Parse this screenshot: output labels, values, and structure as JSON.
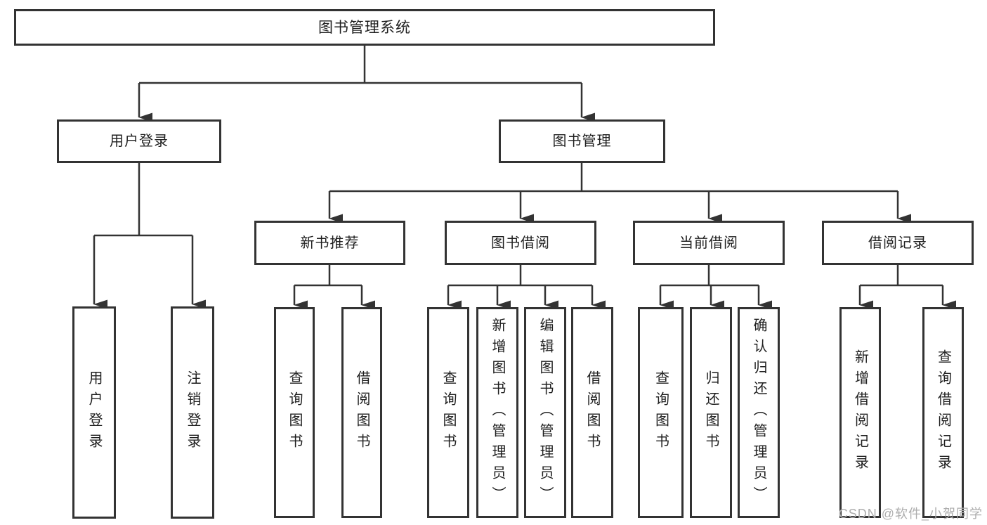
{
  "diagram": {
    "title": "图书管理系统",
    "watermark": "CSDN @软件_小贺同学",
    "colors": {
      "line": "#333333",
      "border": "#333333",
      "text": "#1f1f1f",
      "background": "#ffffff",
      "watermark": "#adadad"
    }
  },
  "nodes": {
    "root": {
      "label": "图书管理系统"
    },
    "user_login": {
      "label": "用户登录"
    },
    "book_mgmt": {
      "label": "图书管理"
    },
    "new_book_rec": {
      "label": "新书推荐"
    },
    "book_borrow": {
      "label": "图书借阅"
    },
    "current_borrow": {
      "label": "当前借阅"
    },
    "borrow_records": {
      "label": "借阅记录"
    },
    "leaf_user_login": {
      "label": "用户登录"
    },
    "leaf_logout": {
      "label": "注销登录"
    },
    "rec_query_books": {
      "label": "查询图书"
    },
    "rec_borrow_books": {
      "label": "借阅图书"
    },
    "bb_query_books": {
      "label": "查询图书"
    },
    "bb_add_books": {
      "label": "新增图书（管理员）"
    },
    "bb_edit_books": {
      "label": "编辑图书（管理员）"
    },
    "bb_borrow_books": {
      "label": "借阅图书"
    },
    "cb_query_books": {
      "label": "查询图书"
    },
    "cb_return_books": {
      "label": "归还图书"
    },
    "cb_confirm_return": {
      "label": "确认归还（管理员）"
    },
    "br_add_record": {
      "label": "新增借阅记录"
    },
    "br_query_record": {
      "label": "查询借阅记录"
    }
  },
  "edges": [
    [
      "root",
      "user_login"
    ],
    [
      "root",
      "book_mgmt"
    ],
    [
      "user_login",
      "leaf_user_login"
    ],
    [
      "user_login",
      "leaf_logout"
    ],
    [
      "book_mgmt",
      "new_book_rec"
    ],
    [
      "book_mgmt",
      "book_borrow"
    ],
    [
      "book_mgmt",
      "current_borrow"
    ],
    [
      "book_mgmt",
      "borrow_records"
    ],
    [
      "new_book_rec",
      "rec_query_books"
    ],
    [
      "new_book_rec",
      "rec_borrow_books"
    ],
    [
      "book_borrow",
      "bb_query_books"
    ],
    [
      "book_borrow",
      "bb_add_books"
    ],
    [
      "book_borrow",
      "bb_edit_books"
    ],
    [
      "book_borrow",
      "bb_borrow_books"
    ],
    [
      "current_borrow",
      "cb_query_books"
    ],
    [
      "current_borrow",
      "cb_return_books"
    ],
    [
      "current_borrow",
      "cb_confirm_return"
    ],
    [
      "borrow_records",
      "br_add_record"
    ],
    [
      "borrow_records",
      "br_query_record"
    ]
  ]
}
